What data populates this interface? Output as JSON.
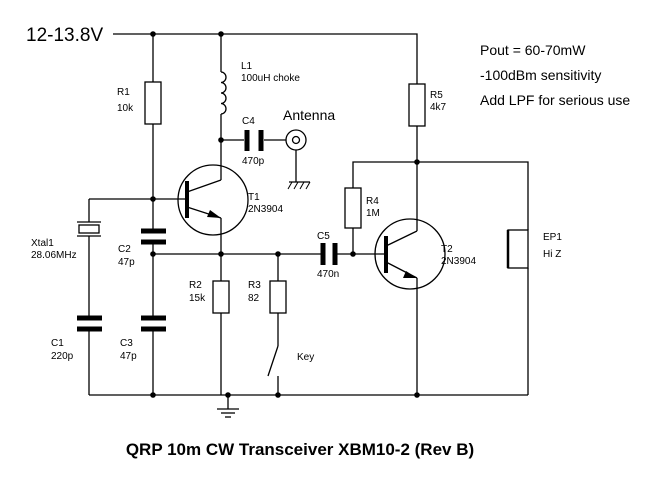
{
  "title": "QRP 10m CW Transceiver XBM10-2 (Rev B)",
  "supply_label": "12-13.8V",
  "notes": [
    "Pout = 60-70mW",
    "-100dBm sensitivity",
    "Add LPF for serious use"
  ],
  "antenna_label": "Antenna",
  "key_label": "Key",
  "components": {
    "R1": {
      "ref": "R1",
      "value": "10k"
    },
    "L1": {
      "ref": "L1",
      "value": "100uH choke"
    },
    "C4": {
      "ref": "C4",
      "value": "470p"
    },
    "T1": {
      "ref": "T1",
      "value": "2N3904"
    },
    "R5": {
      "ref": "R5",
      "value": "4k7"
    },
    "R4": {
      "ref": "R4",
      "value": "1M"
    },
    "T2": {
      "ref": "T2",
      "value": "2N3904"
    },
    "EP1": {
      "ref": "EP1",
      "value": "Hi Z"
    },
    "Xtal1": {
      "ref": "Xtal1",
      "value": "28.06MHz"
    },
    "C2": {
      "ref": "C2",
      "value": "47p"
    },
    "C5": {
      "ref": "C5",
      "value": "470n"
    },
    "R2": {
      "ref": "R2",
      "value": "15k"
    },
    "R3": {
      "ref": "R3",
      "value": "82"
    },
    "C1": {
      "ref": "C1",
      "value": "220p"
    },
    "C3": {
      "ref": "C3",
      "value": "47p"
    }
  }
}
